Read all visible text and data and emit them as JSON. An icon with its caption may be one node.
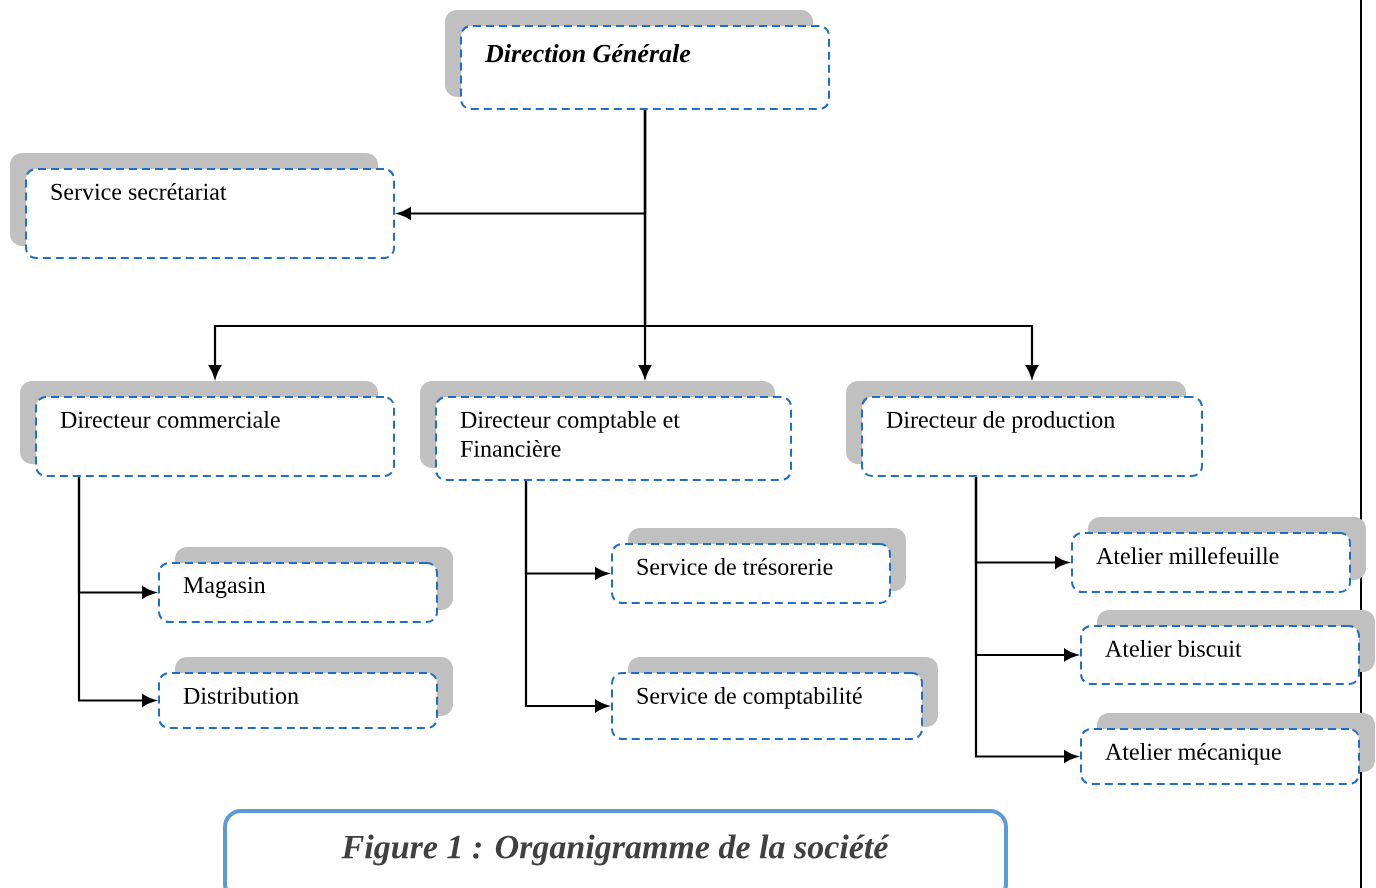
{
  "diagram": {
    "caption": "Figure 1 : Organigramme de la société",
    "nodes": [
      {
        "text": [
          "Direction Générale"
        ]
      },
      {
        "text": [
          "Service secrétariat"
        ]
      },
      {
        "text": [
          "Directeur commerciale"
        ]
      },
      {
        "text": [
          "Directeur comptable et Financière"
        ]
      },
      {
        "text": [
          "Directeur de production"
        ]
      },
      {
        "text": [
          "Magasin"
        ]
      },
      {
        "text": [
          "Distribution"
        ]
      },
      {
        "text": [
          "Service de trésorerie"
        ]
      },
      {
        "text": [
          "Service de comptabilité"
        ]
      },
      {
        "text": [
          "Atelier millefeuille"
        ]
      },
      {
        "text": [
          "Atelier biscuit"
        ]
      },
      {
        "text": [
          "Atelier mécanique"
        ]
      }
    ],
    "edges": [
      {
        "from": 0,
        "to": 1,
        "arrow": "to"
      },
      {
        "from": 0,
        "to": 2,
        "arrow": "to"
      },
      {
        "from": 0,
        "to": 3,
        "arrow": "to"
      },
      {
        "from": 0,
        "to": 4,
        "arrow": "to"
      },
      {
        "from": 2,
        "to": 5,
        "arrow": "to"
      },
      {
        "from": 2,
        "to": 6,
        "arrow": "to"
      },
      {
        "from": 3,
        "to": 7,
        "arrow": "to"
      },
      {
        "from": 3,
        "to": 8,
        "arrow": "to"
      },
      {
        "from": 4,
        "to": 9,
        "arrow": "to"
      },
      {
        "from": 4,
        "to": 10,
        "arrow": "to"
      },
      {
        "from": 4,
        "to": 11,
        "arrow": "to"
      }
    ]
  }
}
